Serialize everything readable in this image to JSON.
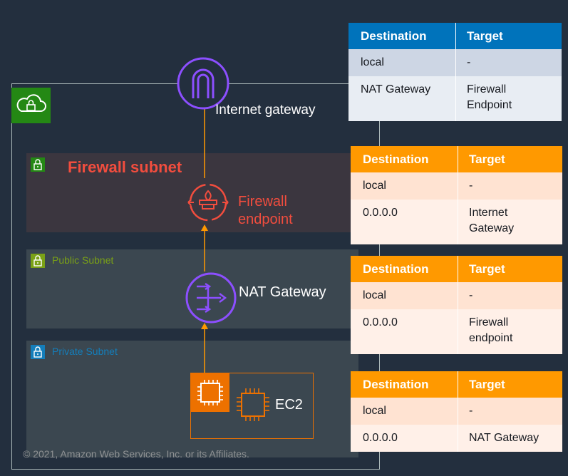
{
  "labels": {
    "internet_gateway": "Internet gateway",
    "firewall_subnet": "Firewall subnet",
    "firewall_endpoint_line1": "Firewall",
    "firewall_endpoint_line2": "endpoint",
    "public_subnet": "Public Subnet",
    "nat_gateway": "NAT Gateway",
    "private_subnet": "Private Subnet",
    "ec2": "EC2"
  },
  "footer": "© 2021, Amazon Web Services, Inc. or its Affiliates.",
  "colors": {
    "background": "#232f3e",
    "vpc": "#248814",
    "firewall": "#f24d3e",
    "public": "#7aa116",
    "private": "#147eba",
    "internet_gateway": "#8c4fff",
    "ec2": "#ed7100",
    "igw_table_header": "#0073bb",
    "route_table_header": "#ff9900"
  },
  "route_tables": [
    {
      "header": {
        "destination": "Destination",
        "target": "Target"
      },
      "rows": [
        {
          "destination": "local",
          "target": "-"
        },
        {
          "destination": "NAT Gateway",
          "target_line1": "Firewall",
          "target_line2": "Endpoint"
        }
      ]
    },
    {
      "header": {
        "destination": "Destination",
        "target": "Target"
      },
      "rows": [
        {
          "destination": "local",
          "target": "-"
        },
        {
          "destination": "0.0.0.0",
          "target_line1": "Internet",
          "target_line2": "Gateway"
        }
      ]
    },
    {
      "header": {
        "destination": "Destination",
        "target": "Target"
      },
      "rows": [
        {
          "destination": "local",
          "target": "-"
        },
        {
          "destination": "0.0.0.0",
          "target_line1": "Firewall",
          "target_line2": "endpoint"
        }
      ]
    },
    {
      "header": {
        "destination": "Destination",
        "target": "Target"
      },
      "rows": [
        {
          "destination": "local",
          "target": "-"
        },
        {
          "destination": "0.0.0.0",
          "target": "NAT Gateway"
        }
      ]
    }
  ]
}
